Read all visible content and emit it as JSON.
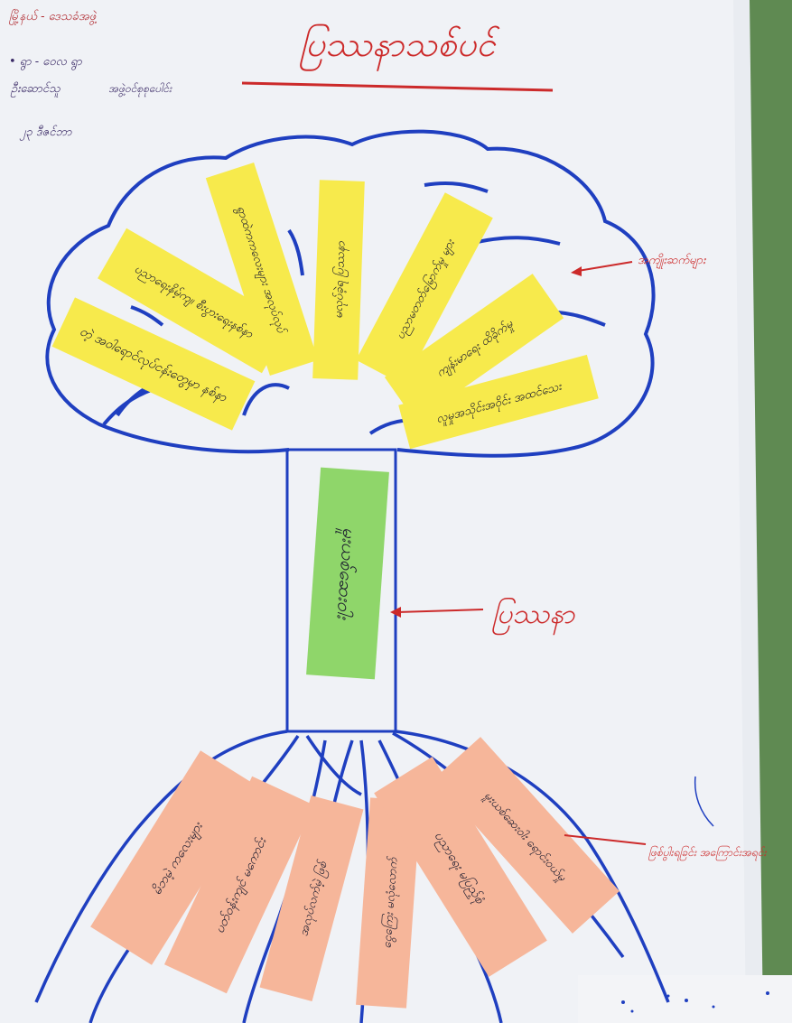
{
  "poster": {
    "title": "ပြဿနာသစ်ပင်",
    "header_notes": [
      "မြို့နယ် - ဒေသခံအဖွဲ့",
      "• ရွာ - ဝေလ ရွာ",
      "ဦးဆောင်သူ",
      "အဖွဲ့ဝင်စုစုပေါင်း",
      "၂၃ ဒီဇင်ဘာ"
    ],
    "labels": {
      "effects": "အကျိုးဆက်များ",
      "problem": "ပြဿနာ",
      "causes": "ဖြစ်ပွါးရခြင်း အကြောင်းအရင်း"
    }
  },
  "cards": {
    "effects": [
      "တဲ့ အဝါရောင်လုပ်ငန်းတွေမှာ နစ်နာ",
      "ပညာရေးနိမ့်ကျ၊ စီးပွားရေးနစ်နာ",
      "ရွာထဲကကလေးများ အလုပ်လုပ်",
      "မလုပ်ခဲ့ရ ပြဿနာ",
      "ပညာမတတ်မြောက်မှု များ",
      "ကျန်းမာရေး ထိခိုက်မှု",
      "လူမှုအသိုင်းအဝိုင်း အထင်သေး"
    ],
    "problem": "မူးယစ်ဆေးဝါး",
    "causes": [
      "မိဘမဲ့ ကလေးများ",
      "ပတ်ဝန်းကျင် မကောင်း",
      "အလုပ်လက်မဲ့ ဖြစ်",
      "ငွေကြေး မလုံလောက်",
      "ပညာရေး မပြည့်စုံ",
      "မူးယစ်ဆေးဝါး ရောင်းဝယ်မှု"
    ]
  },
  "colors": {
    "paper": "#eef0f3",
    "marker_blue": "#1f3fc0",
    "marker_red": "#cc2a2a",
    "note_yellow": "#f7ea4c",
    "note_green": "#8fd66a",
    "note_peach": "#f6b69a",
    "ink_black": "#1a1a2e"
  },
  "icons": [
    "arrow-left-icon"
  ]
}
